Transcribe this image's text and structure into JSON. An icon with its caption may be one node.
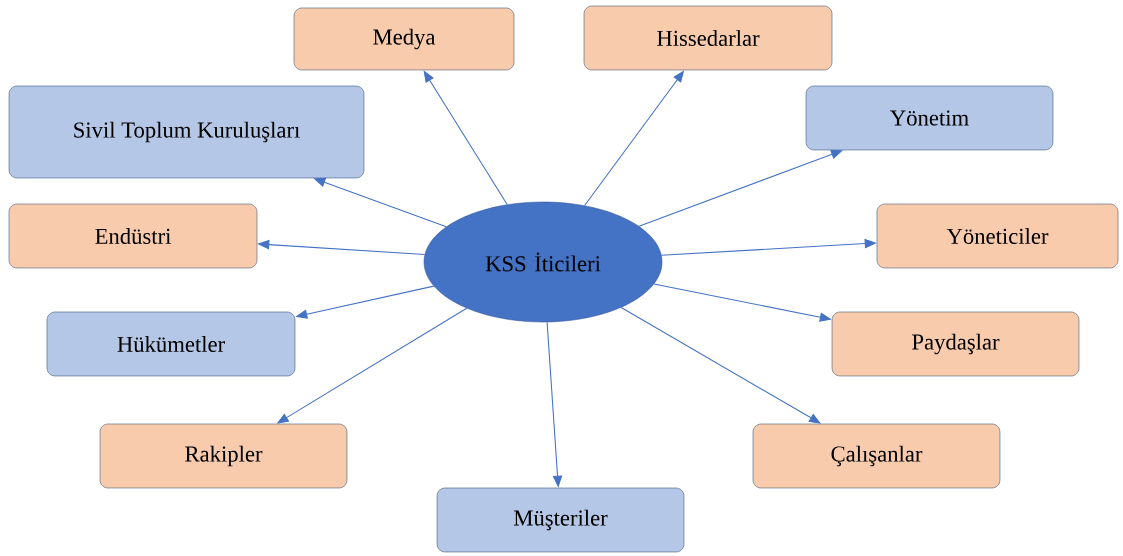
{
  "diagram": {
    "nodes": [
      {
        "text": [
          "KSS İticileri"
        ]
      },
      {
        "text": [
          "Medya"
        ]
      },
      {
        "text": [
          "Hissedarlar"
        ]
      },
      {
        "text": [
          "Sivil Toplum Kuruluşları"
        ]
      },
      {
        "text": [
          "Yönetim"
        ]
      },
      {
        "text": [
          "Endüstri"
        ]
      },
      {
        "text": [
          "Yöneticiler"
        ]
      },
      {
        "text": [
          "Hükümetler"
        ]
      },
      {
        "text": [
          "Paydaşlar"
        ]
      },
      {
        "text": [
          "Rakipler"
        ]
      },
      {
        "text": [
          "Çalışanlar"
        ]
      },
      {
        "text": [
          "Müşteriler"
        ]
      }
    ],
    "edges": [
      {
        "from": 0,
        "to": 1,
        "arrow": "to"
      },
      {
        "from": 0,
        "to": 2,
        "arrow": "to"
      },
      {
        "from": 0,
        "to": 3,
        "arrow": "to"
      },
      {
        "from": 0,
        "to": 4,
        "arrow": "to"
      },
      {
        "from": 0,
        "to": 5,
        "arrow": "to"
      },
      {
        "from": 0,
        "to": 6,
        "arrow": "to"
      },
      {
        "from": 0,
        "to": 7,
        "arrow": "to"
      },
      {
        "from": 0,
        "to": 8,
        "arrow": "to"
      },
      {
        "from": 0,
        "to": 9,
        "arrow": "to"
      },
      {
        "from": 0,
        "to": 10,
        "arrow": "to"
      },
      {
        "from": 0,
        "to": 11,
        "arrow": "to"
      }
    ]
  }
}
